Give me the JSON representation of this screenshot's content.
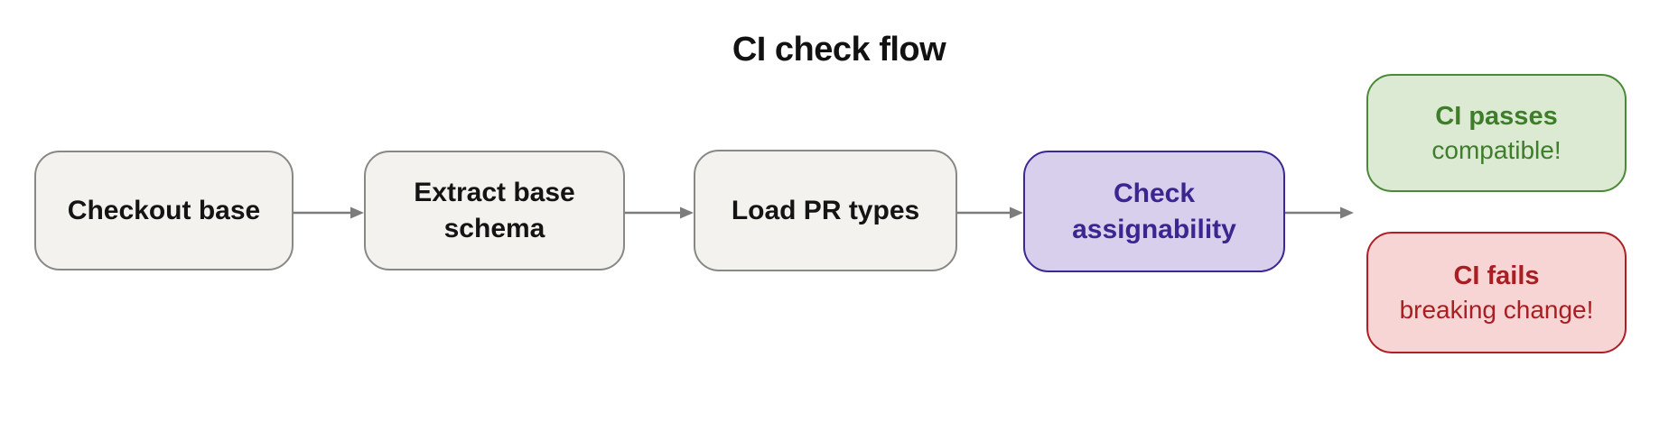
{
  "title": "CI check flow",
  "flow": {
    "steps": [
      {
        "id": "checkout-base",
        "label": "Checkout base"
      },
      {
        "id": "extract-base-schema",
        "label": "Extract base schema"
      },
      {
        "id": "load-pr-types",
        "label": "Load PR types"
      },
      {
        "id": "check-assignability",
        "label": "Check assignability"
      }
    ],
    "outcomes": [
      {
        "id": "ci-passes",
        "title": "CI passes",
        "subtitle": "compatible!",
        "status": "success"
      },
      {
        "id": "ci-fails",
        "title": "CI fails",
        "subtitle": "breaking change!",
        "status": "failure"
      }
    ]
  },
  "colors": {
    "step_fill": "#f4f2ef",
    "step_border": "#888885",
    "step_text": "#141414",
    "decision_fill": "#d7cfec",
    "decision_border": "#3c2793",
    "decision_text": "#3b2590",
    "success_fill": "#dcead3",
    "success_border": "#4a8a36",
    "success_text": "#3e7d2a",
    "failure_fill": "#f6d5d4",
    "failure_border": "#ae2025",
    "failure_text": "#a81e23",
    "arrow": "#7c7c7c",
    "title_text": "#121212",
    "background": "#ffffff"
  }
}
